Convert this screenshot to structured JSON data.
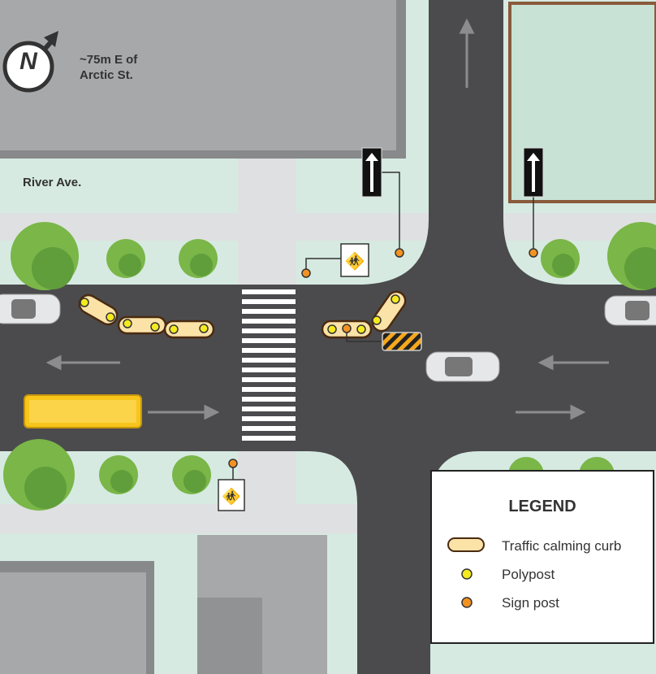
{
  "location_label": "~75m E of Arctic St.",
  "street_label": "River Ave.",
  "compass": {
    "letter": "N"
  },
  "legend": {
    "title": "LEGEND",
    "items": [
      {
        "label": "Traffic calming curb",
        "color": "#fbe3a8"
      },
      {
        "label": "Polypost",
        "color": "#f4ea1e"
      },
      {
        "label": "Sign post",
        "color": "#f39221"
      }
    ]
  },
  "colors": {
    "road": "#4b4b4d",
    "sidewalk": "#dfe0e1",
    "green": "#d6eae1",
    "building": "#a7a8aa",
    "bus": "#f7c51b",
    "tree": "#7ab648"
  }
}
